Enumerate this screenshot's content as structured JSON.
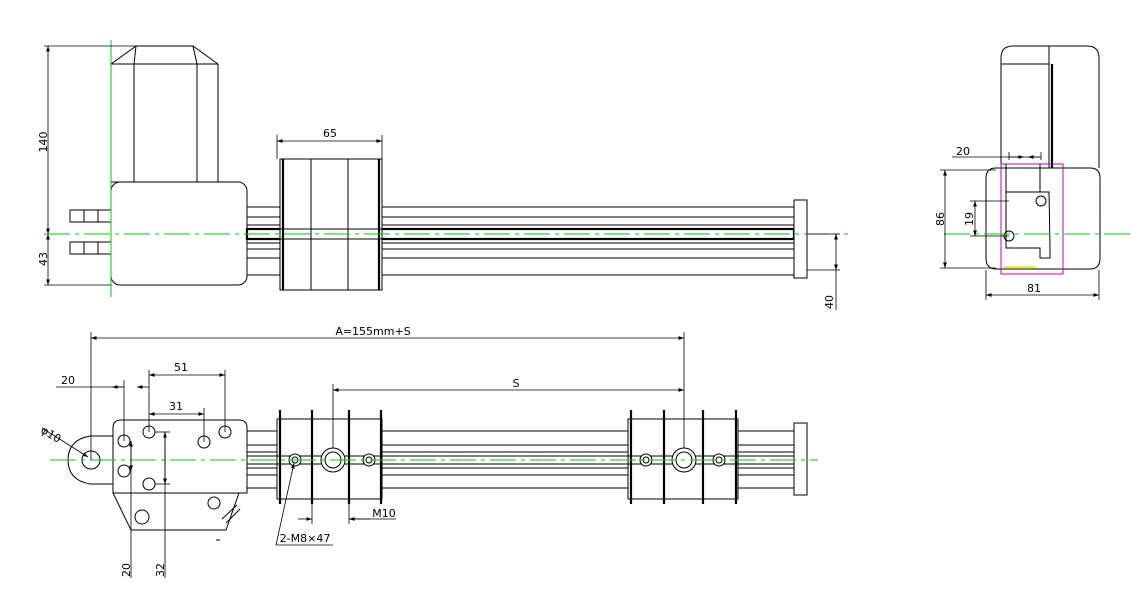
{
  "dimensions": {
    "motor_height": "140",
    "lower_height": "43",
    "tube_width": "65",
    "rod_end_height": "40",
    "side_offset": "20",
    "side_total_height": "86",
    "side_hole_spacing": "19",
    "side_width": "81",
    "stroke_length_formula": "A=155mm+S",
    "stroke": "S",
    "plan_offset_20": "20",
    "plan_hole_51": "51",
    "plan_hole_31": "31",
    "clevis_diameter": "φ10",
    "screw_spec": "2-M8×47",
    "thread_size": "M10",
    "bottom_20": "20",
    "bottom_32": "32"
  },
  "colors": {
    "lines": "#000000",
    "centerline": "#00cc00",
    "highlight_outline": "#c000c0",
    "highlight_edge": "#e8e800"
  }
}
